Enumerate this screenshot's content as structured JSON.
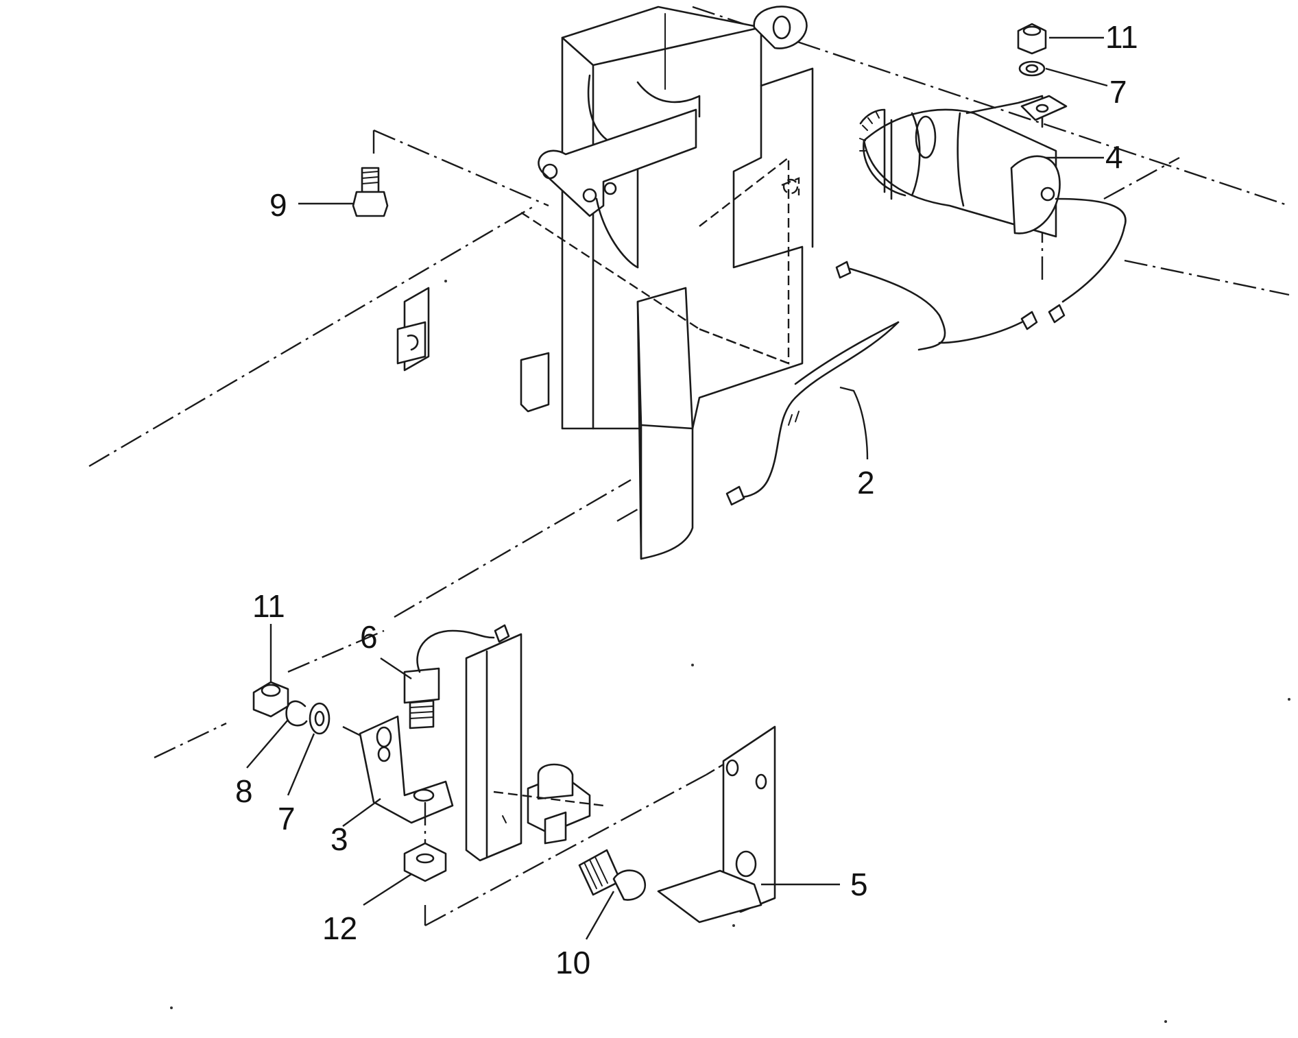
{
  "callouts": {
    "c2": "2",
    "c3": "3",
    "c4": "4",
    "c5": "5",
    "c6": "6",
    "c7_top": "7",
    "c7_bottom": "7",
    "c8": "8",
    "c9": "9",
    "c10": "10",
    "c11_top": "11",
    "c11_left": "11",
    "c12": "12"
  }
}
